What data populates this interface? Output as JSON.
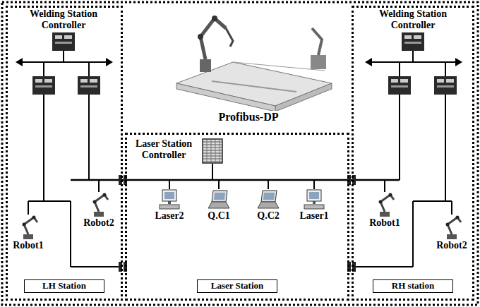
{
  "diagram": {
    "nodes": [
      {
        "text": [
          "LH Station"
        ]
      },
      {
        "text": [
          "Welding Station Controller"
        ],
        "in": 0
      },
      {
        "text": [
          "Robot1"
        ],
        "in": 0
      },
      {
        "text": [
          "Robot2"
        ],
        "in": 0
      },
      {
        "text": [
          "Laser Station"
        ]
      },
      {
        "text": [
          "Laser Station Controller"
        ],
        "in": 4
      },
      {
        "text": [
          "Laser2"
        ],
        "in": 4
      },
      {
        "text": [
          "Q.C1"
        ],
        "in": 4
      },
      {
        "text": [
          "Q.C2"
        ],
        "in": 4
      },
      {
        "text": [
          "Laser1"
        ],
        "in": 4
      },
      {
        "text": [
          "RH station"
        ]
      },
      {
        "text": [
          "Welding Station Controller"
        ],
        "in": 10
      },
      {
        "text": [
          "Robot1"
        ],
        "in": 10
      },
      {
        "text": [
          "Robot2"
        ],
        "in": 10
      }
    ],
    "edges": [
      {
        "from": 5,
        "to": 6,
        "arrow": "none"
      },
      {
        "from": 5,
        "to": 7,
        "arrow": "none"
      },
      {
        "from": 5,
        "to": 8,
        "arrow": "none"
      },
      {
        "from": 5,
        "to": 9,
        "arrow": "none"
      }
    ],
    "labels": [
      "Profibus-DP"
    ]
  }
}
